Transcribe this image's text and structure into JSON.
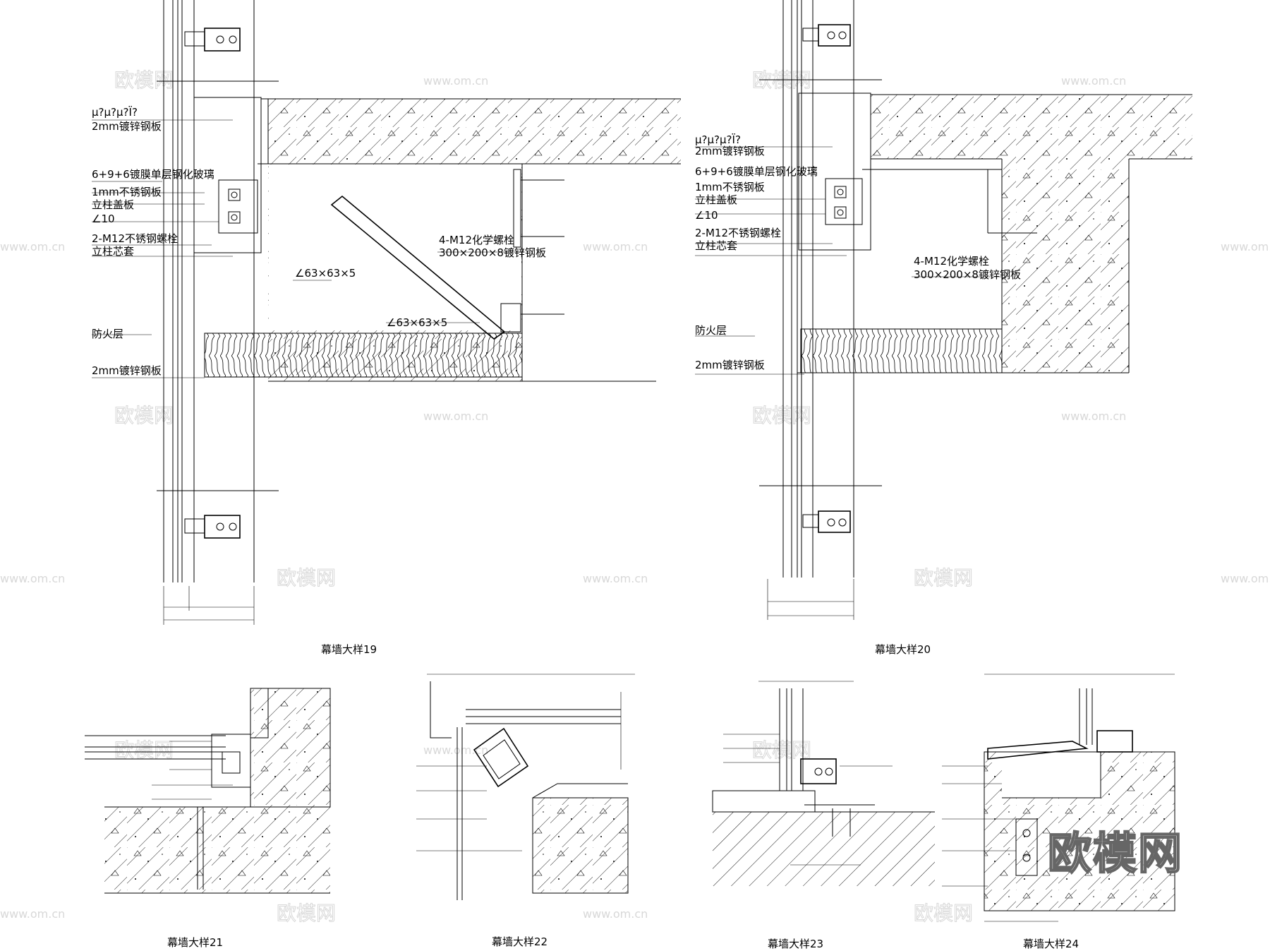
{
  "watermark": {
    "site": "www.om.cn",
    "brand": "欧模网"
  },
  "logo": "欧模网",
  "detail19": {
    "caption": "幕墙大样19",
    "labels": [
      "µ?µ?µ?Ï?",
      "2mm镀锌钢板",
      "6+9+6镀膜单层钢化玻璃",
      "1mm不锈钢板",
      "立柱盖板",
      "∠10",
      "2-M12不锈钢螺栓",
      "立柱芯套",
      "4-M12化学螺栓",
      "300×200×8镀锌钢板",
      "∠63×63×5",
      "∠63×63×5",
      "防火层",
      "2mm镀锌钢板"
    ]
  },
  "detail20": {
    "caption": "幕墙大样20",
    "labels": [
      "µ?µ?µ?Ï?",
      "2mm镀锌钢板",
      "6+9+6镀膜单层钢化玻璃",
      "1mm不锈钢板",
      "立柱盖板",
      "∠10",
      "2-M12不锈钢螺栓",
      "立柱芯套",
      "4-M12化学螺栓",
      "300×200×8镀锌钢板",
      "防火层",
      "2mm镀锌钢板"
    ]
  },
  "detail21": {
    "caption": "幕墙大样21"
  },
  "detail22": {
    "caption": "幕墙大样22"
  },
  "detail23": {
    "caption": "幕墙大样23"
  },
  "detail24": {
    "caption": "幕墙大样24"
  }
}
